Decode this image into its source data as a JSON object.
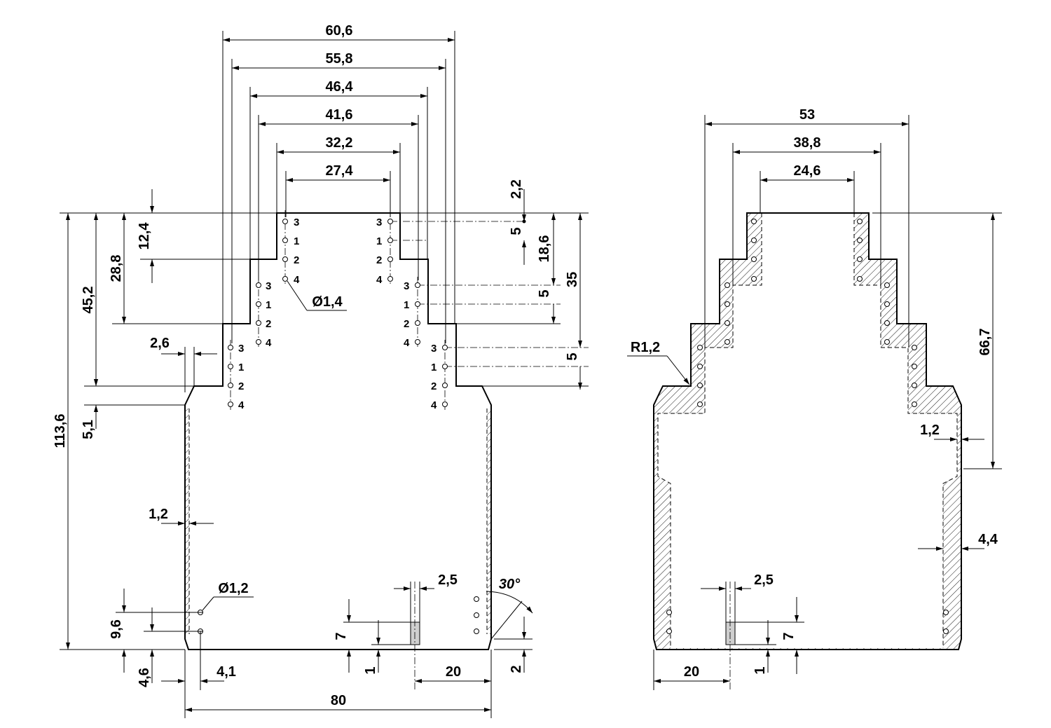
{
  "units_note": "",
  "front_view": {
    "width_dims": [
      "60,6",
      "55,8",
      "46,4",
      "41,6",
      "32,2",
      "27,4"
    ],
    "height_dims": [
      "113,6",
      "45,2",
      "28,8",
      "12,4",
      "5,1"
    ],
    "right_dims": [
      "2,2",
      "5",
      "18,6",
      "5",
      "35",
      "5"
    ],
    "step_offset": "2,6",
    "wall": "1,2",
    "hole_dia_top": "Ø1,4",
    "hole_dia_bottom": "Ø1,2",
    "bottom_left": [
      "9,6",
      "4,6",
      "4,1"
    ],
    "slot_width": "2,5",
    "slot_dims": [
      "7",
      "1",
      "20",
      "2"
    ],
    "angle": "30°",
    "overall_width": "80",
    "pin_labels": [
      "3",
      "1",
      "2",
      "4"
    ]
  },
  "side_view": {
    "width_dims": [
      "53",
      "38,8",
      "24,6"
    ],
    "radius": "R1,2",
    "height": "66,7",
    "wall": "1,2",
    "wall_thick": "4,4",
    "slot_width": "2,5",
    "slot_dims": [
      "20",
      "1",
      "7"
    ]
  }
}
